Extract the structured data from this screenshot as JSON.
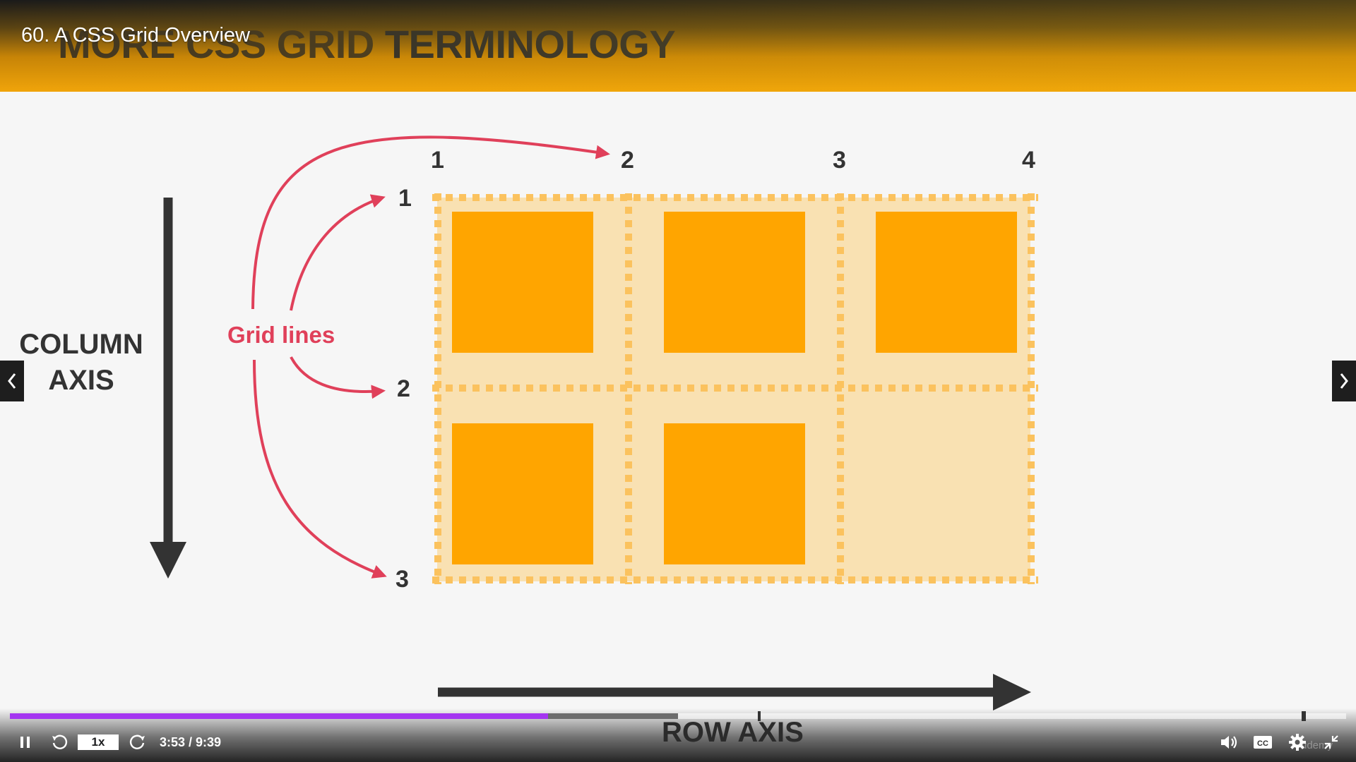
{
  "lecture": {
    "title": "60. A CSS Grid Overview"
  },
  "slide": {
    "title_prefix": "MORE CSS",
    "title_grid": "GRID",
    "title_rest": "TERMINOLOGY",
    "column_axis_line1": "COLUMN",
    "column_axis_line2": "AXIS",
    "row_axis": "ROW AXIS",
    "grid_lines_label": "Grid lines",
    "column_line_numbers": [
      "1",
      "2",
      "3",
      "4"
    ],
    "row_line_numbers": [
      "1",
      "2",
      "3"
    ]
  },
  "colors": {
    "grid_item": "#ffa500",
    "grid_container": "#f9e1b2",
    "grid_line_dashed": "#fbc25e",
    "annotation": "#e0405a",
    "axis_arrow": "#333333",
    "progress_played": "#a435f0"
  },
  "player": {
    "play_state_icon": "pause-icon",
    "speed": "1x",
    "time": "3:53 / 9:39",
    "progress_fraction": 0.403,
    "buffered_fraction": 0.5,
    "watermark": "udemy"
  },
  "nav": {
    "prev_icon": "chevron-left-icon",
    "next_icon": "chevron-right-icon"
  }
}
